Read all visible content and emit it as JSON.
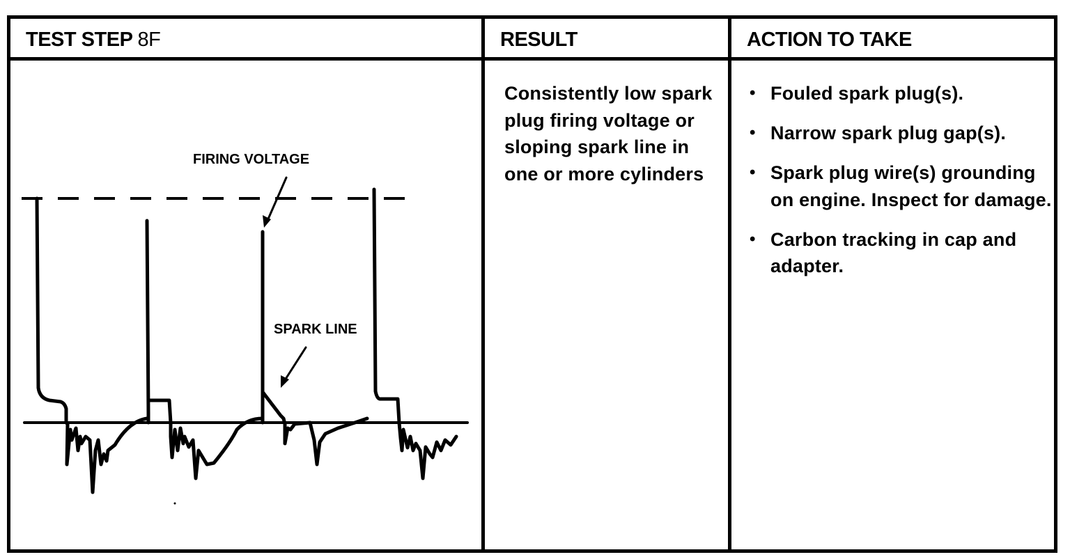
{
  "columns": {
    "test_step_label": "TEST STEP",
    "test_step_number": "8F",
    "result_header": "RESULT",
    "action_header": "ACTION TO TAKE"
  },
  "diagram": {
    "firing_voltage_label": "FIRING VOLTAGE",
    "spark_line_label": "SPARK LINE"
  },
  "result": {
    "text": "Consistently low spark plug firing voltage or sloping spark line in one or more cylinders"
  },
  "actions": [
    {
      "bullet": "•",
      "text": "Fouled spark plug(s)."
    },
    {
      "bullet": "•",
      "text": "Narrow spark plug gap(s)."
    },
    {
      "bullet": "•",
      "text": "Spark plug wire(s) grounding on engine. Inspect for damage."
    },
    {
      "bullet": "•",
      "text": "Carbon tracking in cap and adapter."
    }
  ]
}
